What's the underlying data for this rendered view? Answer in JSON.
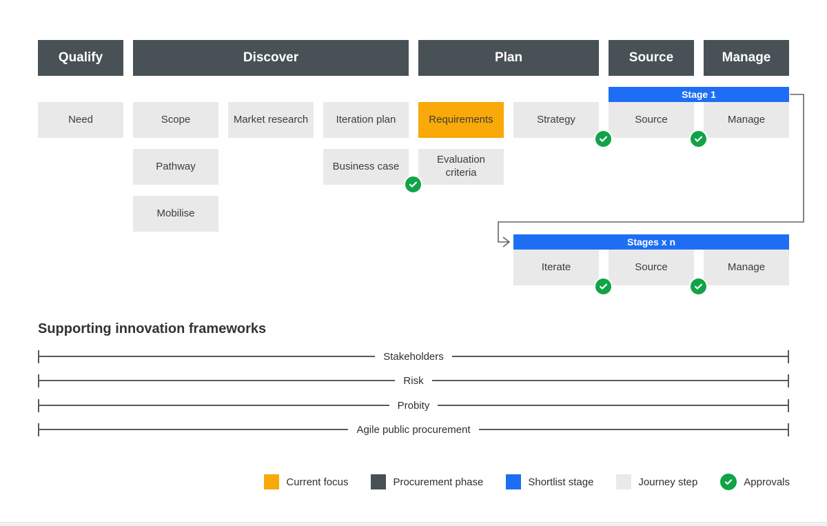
{
  "phases": {
    "qualify": "Qualify",
    "discover": "Discover",
    "plan": "Plan",
    "source": "Source",
    "manage": "Manage"
  },
  "journey_steps": {
    "need": "Need",
    "scope": "Scope",
    "market_research": "Market research",
    "iteration_plan": "Iteration plan",
    "requirements": "Requirements",
    "strategy": "Strategy",
    "pathway": "Pathway",
    "business_case": "Business case",
    "evaluation_criteria": "Evaluation criteria",
    "mobilise": "Mobilise"
  },
  "stage1": {
    "label": "Stage 1",
    "source": "Source",
    "manage": "Manage"
  },
  "stages_n": {
    "label": "Stages x n",
    "iterate": "Iterate",
    "source": "Source",
    "manage": "Manage"
  },
  "frameworks": {
    "heading": "Supporting innovation frameworks",
    "items": [
      "Stakeholders",
      "Risk",
      "Probity",
      "Agile public procurement"
    ]
  },
  "legend": {
    "current_focus": "Current focus",
    "procurement_phase": "Procurement phase",
    "shortlist_stage": "Shortlist stage",
    "journey_step": "Journey step",
    "approvals": "Approvals"
  },
  "colors": {
    "current_focus": "#F9A908",
    "procurement_phase": "#485156",
    "shortlist_stage": "#1E6EF5",
    "journey_step": "#E9E9E9",
    "approvals_green": "#12A348",
    "line_gray": "#55595C"
  }
}
